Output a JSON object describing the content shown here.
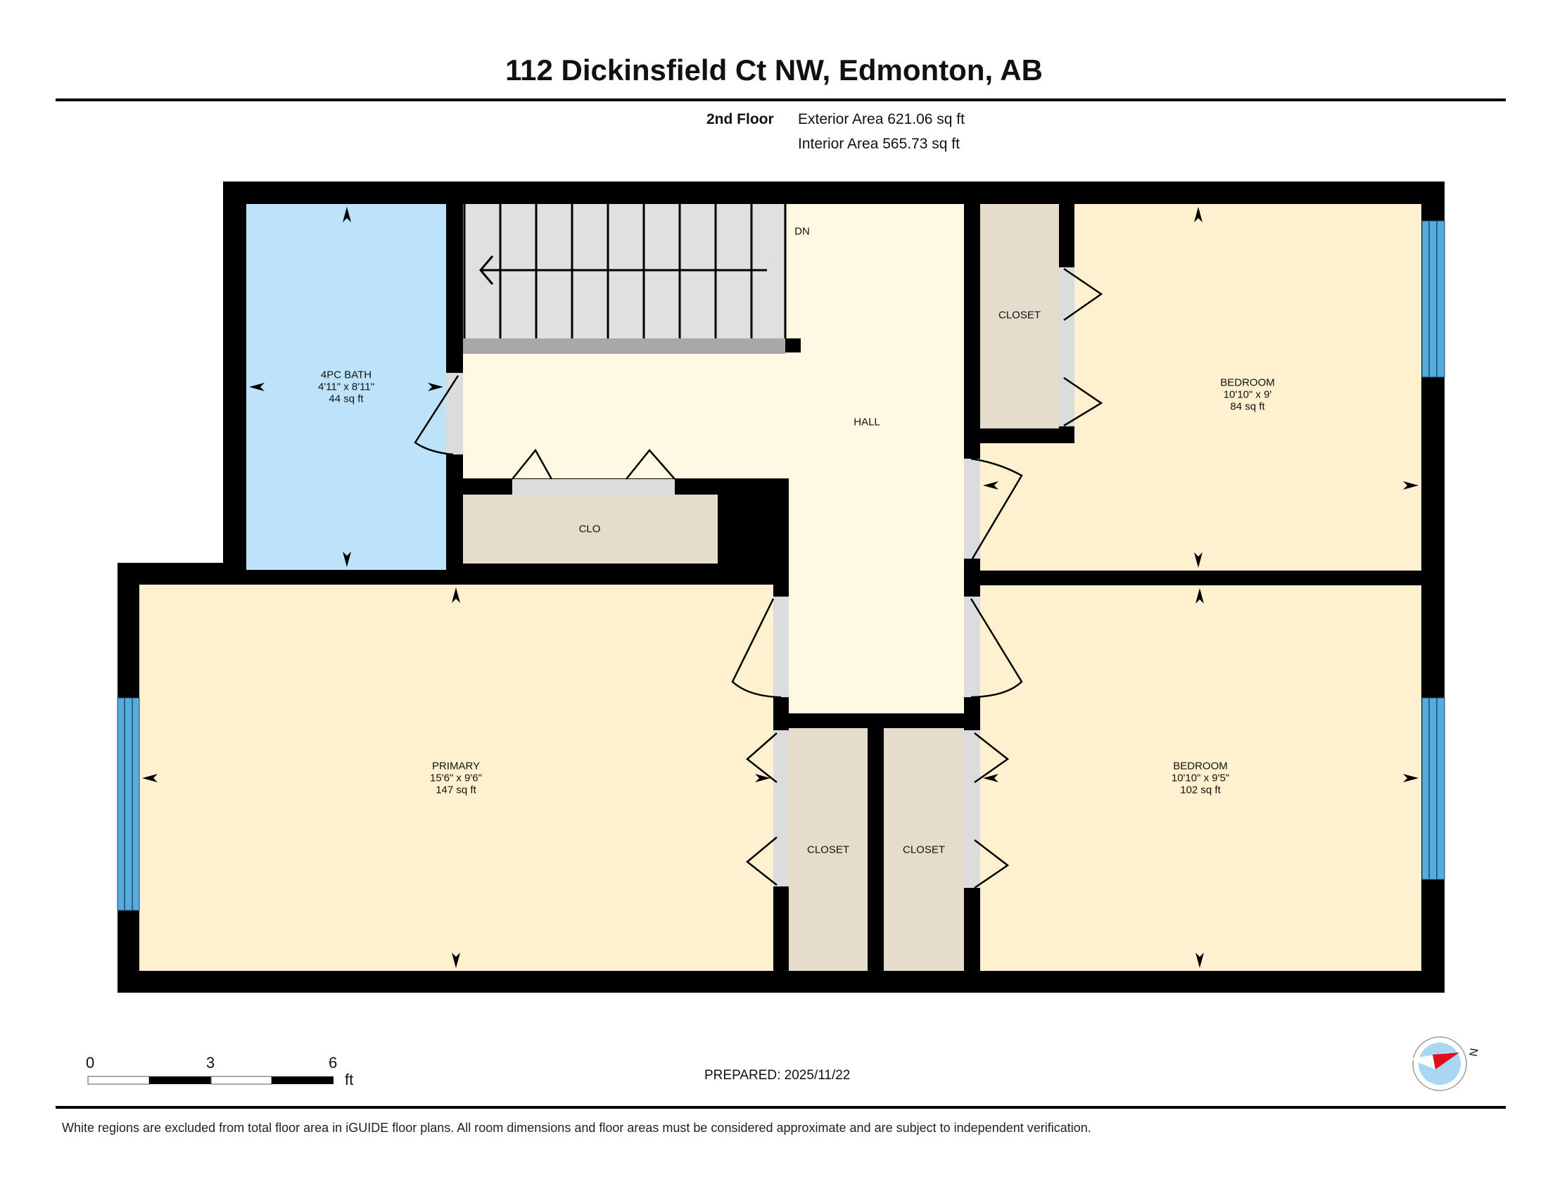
{
  "header": {
    "title": "112 Dickinsfield Ct NW, Edmonton, AB",
    "floor_name": "2nd Floor",
    "exterior_area": "Exterior Area 621.06 sq ft",
    "interior_area": "Interior Area 565.73 sq ft"
  },
  "colors": {
    "wall": "#000000",
    "bedroom_fill": "#fff1cf",
    "hall_fill": "#fff8e3",
    "bath_fill": "#bde3fb",
    "closet_fill": "#e6dccc",
    "stairs_fill": "#e0e0e0",
    "door_opening": "#dcdcdc",
    "window": "#56acdd",
    "compass_red": "#e0101a",
    "compass_blue": "#aad6f3"
  },
  "rooms": [
    {
      "id": "bath",
      "name": "4PC BATH",
      "dims": "4'11\" x 8'11\"",
      "area": "44 sq ft"
    },
    {
      "id": "hall",
      "name": "HALL"
    },
    {
      "id": "clo",
      "name": "CLO"
    },
    {
      "id": "closet_ne",
      "name": "CLOSET"
    },
    {
      "id": "bedroom_ne",
      "name": "BEDROOM",
      "dims": "10'10\" x 9'",
      "area": "84 sq ft"
    },
    {
      "id": "primary",
      "name": "PRIMARY",
      "dims": "15'6\" x 9'6\"",
      "area": "147 sq ft"
    },
    {
      "id": "closet_s1",
      "name": "CLOSET"
    },
    {
      "id": "closet_s2",
      "name": "CLOSET"
    },
    {
      "id": "bedroom_se",
      "name": "BEDROOM",
      "dims": "10'10\" x 9'5\"",
      "area": "102 sq ft"
    }
  ],
  "stairs": {
    "label": "DN"
  },
  "scale_bar": {
    "ticks": [
      "0",
      "3",
      "6"
    ],
    "unit": "ft"
  },
  "compass": {
    "label": "N"
  },
  "footer": {
    "prepared": "PREPARED: 2025/11/22",
    "disclaimer": "White regions are excluded from total floor area in iGUIDE floor plans. All room dimensions and floor areas must be considered approximate and are subject to independent verification."
  }
}
